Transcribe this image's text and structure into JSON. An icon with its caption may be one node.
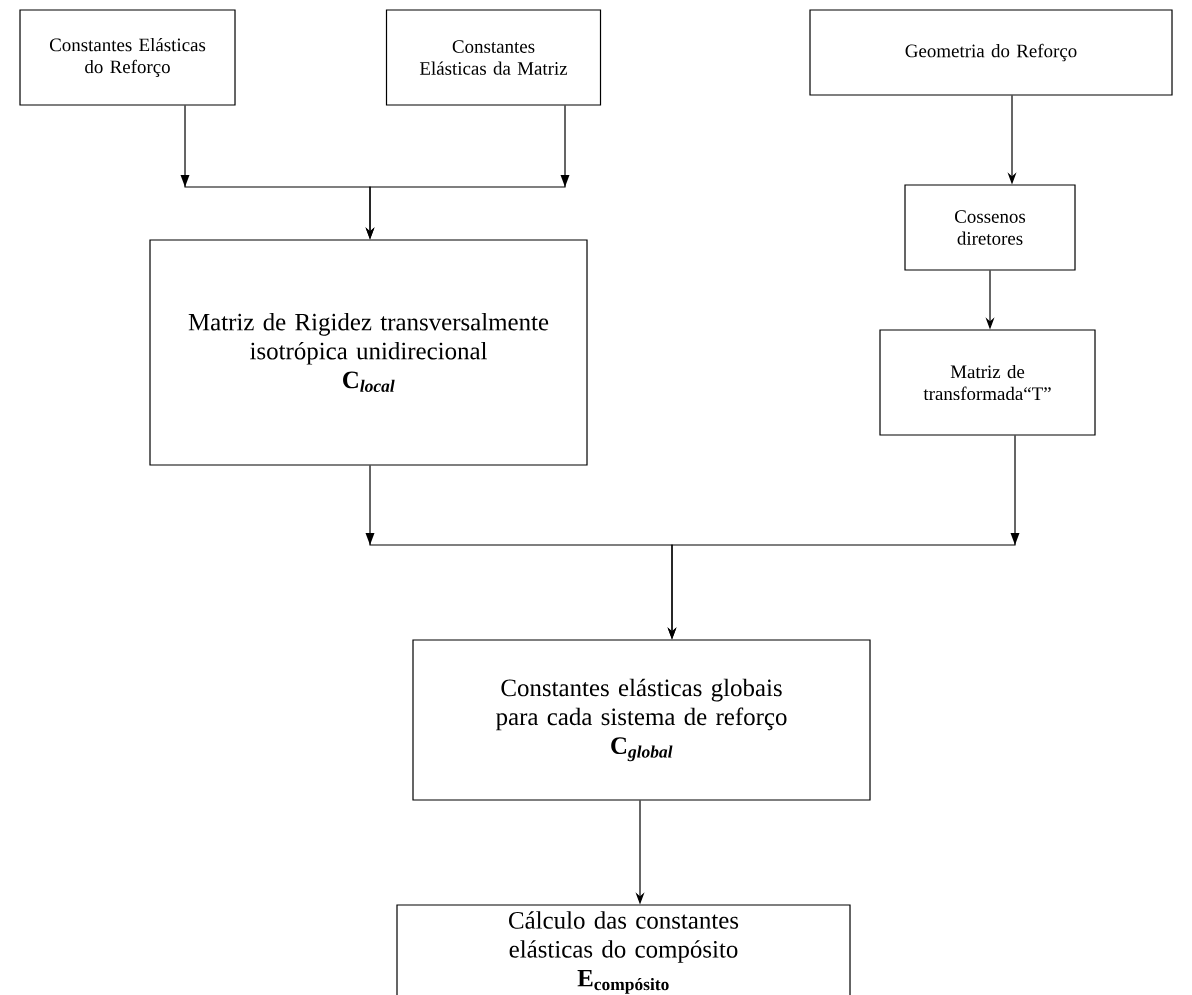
{
  "diagram": {
    "nodes": [
      {
        "text": [
          "Constantes Elásticas do Reforço"
        ]
      },
      {
        "text": [
          "Constantes Elásticas da Matriz"
        ]
      },
      {
        "text": [
          "Geometria do Reforço"
        ]
      },
      {
        "text": [
          "Matriz de Rigidez transversalmente isotrópica unidirecional",
          "\\textbf{C}_{\\textbf{\\textit{local}}}"
        ]
      },
      {
        "text": [
          "Cossenos diretores"
        ]
      },
      {
        "text": [
          "Matriz de transformada“T”"
        ]
      },
      {
        "text": [
          "Constantes elásticas globais para cada sistema de reforço",
          "\\textbf{C}_{\\textbf{\\textit{global}}}"
        ]
      },
      {
        "text": [
          "Cálculo das constantes elásticas do compósito",
          "\\textbf{E}_{\\textbf{compósito}}"
        ]
      }
    ],
    "edges": [
      {
        "from": 0,
        "to": 3,
        "arrow": "to"
      },
      {
        "from": 1,
        "to": 3,
        "arrow": "to"
      },
      {
        "from": 2,
        "to": 4,
        "arrow": "to"
      },
      {
        "from": 4,
        "to": 5,
        "arrow": "to"
      },
      {
        "from": 3,
        "to": 6,
        "arrow": "to"
      },
      {
        "from": 5,
        "to": 6,
        "arrow": "to"
      },
      {
        "from": 6,
        "to": 7,
        "arrow": "to"
      }
    ]
  }
}
